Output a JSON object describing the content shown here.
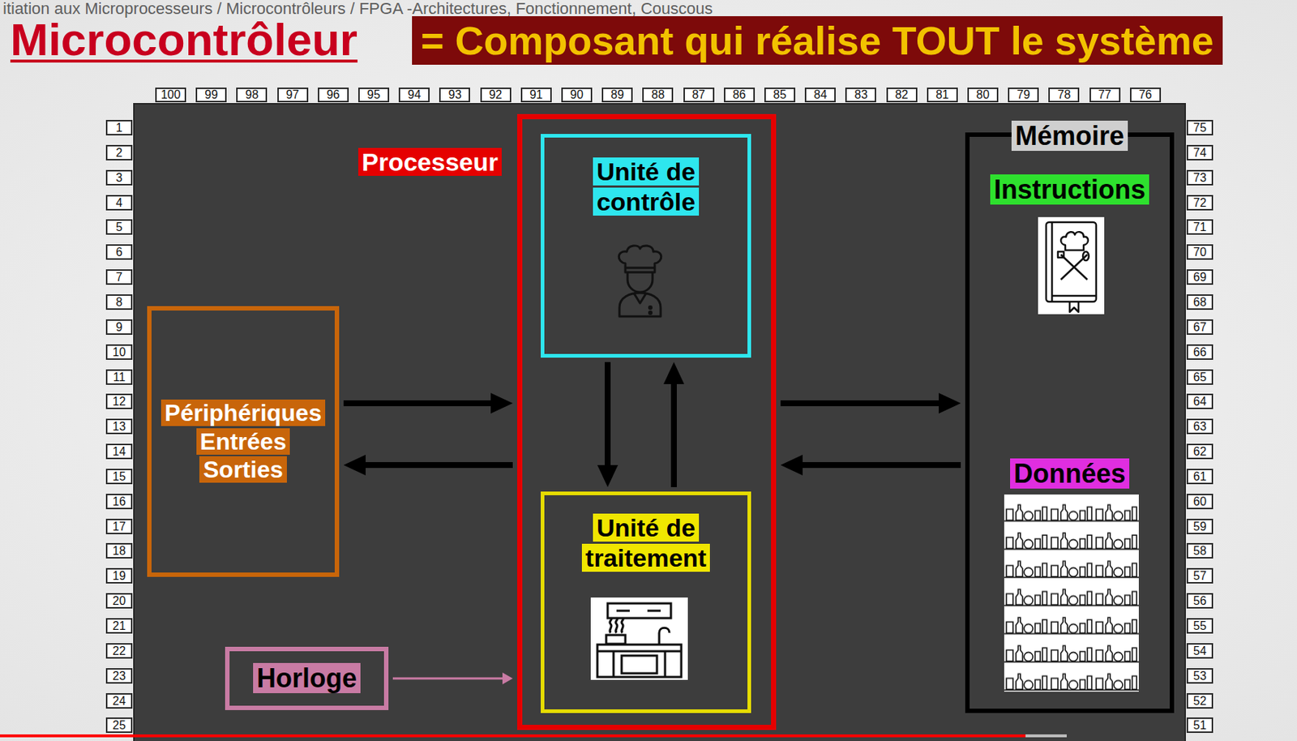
{
  "diagram": {
    "title": "Microcontrôleur",
    "nodes": [
      {
        "text": [
          "Périphériques Entrées Sorties"
        ]
      },
      {
        "text": [
          "Processeur"
        ]
      },
      {
        "text": [
          "Unité de contrôle"
        ],
        "in": 1
      },
      {
        "text": [
          "Unité de traitement"
        ],
        "in": 1
      },
      {
        "text": [
          "Mémoire",
          "Instructions",
          "Données"
        ]
      },
      {
        "text": [
          "Horloge"
        ]
      }
    ],
    "edges": [
      {
        "from": 0,
        "to": 1,
        "arrow": "to"
      },
      {
        "from": 1,
        "to": 0,
        "arrow": "to"
      },
      {
        "from": 2,
        "to": 3,
        "arrow": "to"
      },
      {
        "from": 3,
        "to": 2,
        "arrow": "to"
      },
      {
        "from": 1,
        "to": 4,
        "arrow": "to"
      },
      {
        "from": 4,
        "to": 1,
        "arrow": "to"
      },
      {
        "from": 5,
        "to": 1,
        "arrow": "to"
      }
    ],
    "labels": [
      "itiation aux Microprocesseurs / Microcontrôleurs / FPGA -Architectures, Fonctionnement, Couscous",
      "= Composant qui réalise TOUT le système",
      "100",
      "99",
      "98",
      "97",
      "96",
      "95",
      "94",
      "93",
      "92",
      "91",
      "90",
      "89",
      "88",
      "87",
      "86",
      "85",
      "84",
      "83",
      "82",
      "81",
      "80",
      "79",
      "78",
      "77",
      "76",
      "1",
      "2",
      "3",
      "4",
      "5",
      "6",
      "7",
      "8",
      "9",
      "10",
      "11",
      "12",
      "13",
      "14",
      "15",
      "16",
      "17",
      "18",
      "19",
      "20",
      "21",
      "22",
      "23",
      "24",
      "25",
      "75",
      "74",
      "73",
      "72",
      "71",
      "70",
      "69",
      "68",
      "67",
      "66",
      "65",
      "64",
      "63",
      "62",
      "61",
      "60",
      "59",
      "58",
      "57",
      "56",
      "55",
      "54",
      "53",
      "52",
      "51"
    ]
  }
}
